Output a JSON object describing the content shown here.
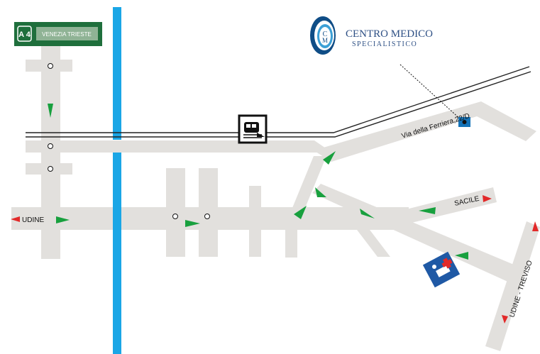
{
  "colors": {
    "road": "#e2e0dd",
    "river": "#1aa6e6",
    "arrow_in": "#18a03e",
    "arrow_out": "#e22929",
    "motorway_sign": "#1f6f3c",
    "logo_text": "#2d4f84",
    "marker": "#1573b8",
    "rail": "#222222"
  },
  "motorway_sign": {
    "number": "A 4",
    "destinations": "VENEZIA TRIESTE"
  },
  "logo": {
    "line1": "CENTRO MEDICO",
    "line2": "SPECIALISTICO",
    "monogram_top": "C",
    "monogram_bottom": "M"
  },
  "labels": {
    "street": "Via della Ferriera,22/D",
    "west": "UDINE",
    "east": "SACILE",
    "southeast": "UDINE - TREVISO"
  },
  "icons": [
    "train-station-icon",
    "hospital-icon",
    "clinic-location-icon"
  ]
}
